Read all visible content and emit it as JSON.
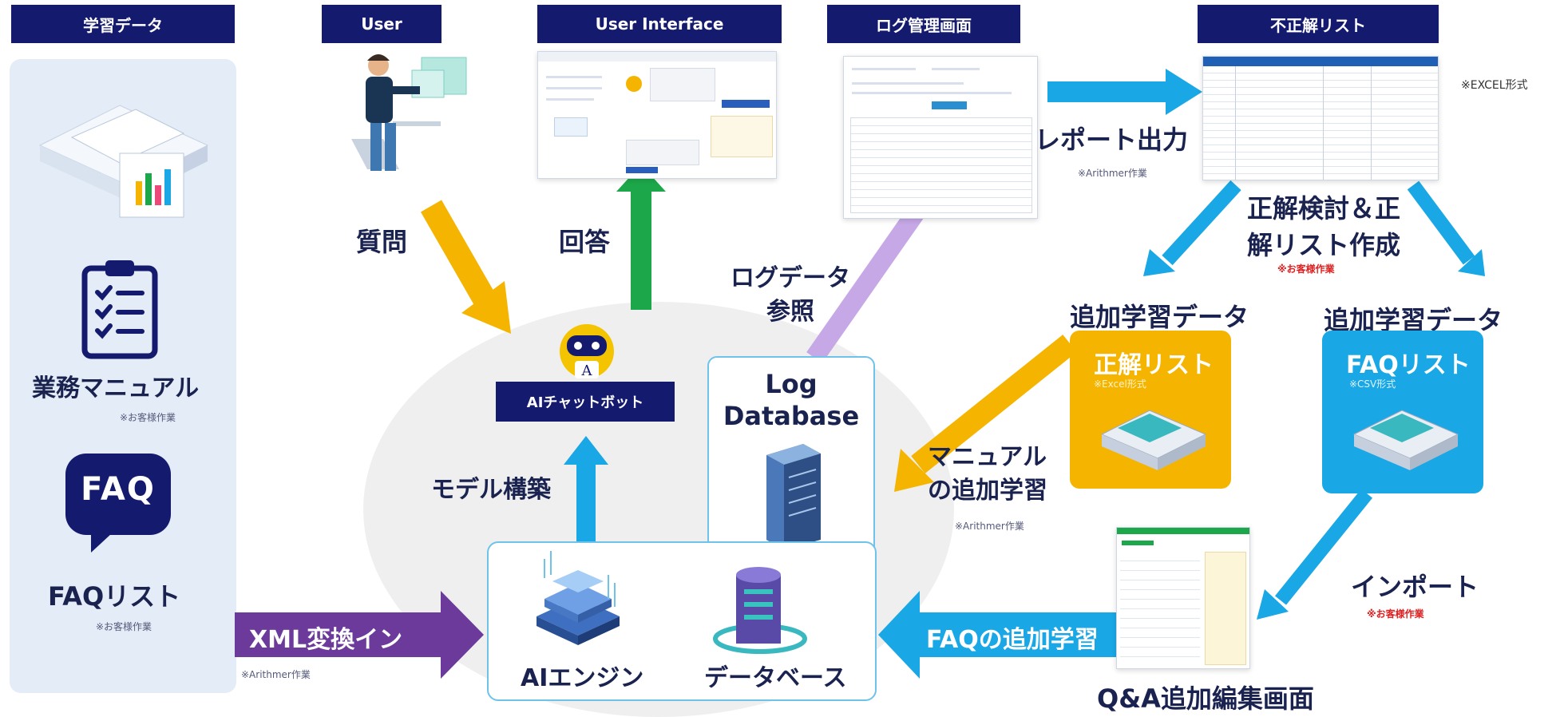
{
  "headers": {
    "learning_data": "学習データ",
    "user": "User",
    "user_interface": "User Interface",
    "log_screen": "ログ管理画面",
    "wrong_list": "不正解リスト"
  },
  "left_panel": {
    "manual_label": "業務マニュアル",
    "manual_note": "※お客様作業",
    "faq_icon_text": "FAQ",
    "faq_label": "FAQリスト",
    "faq_note": "※お客様作業"
  },
  "flow": {
    "question": "質問",
    "answer": "回答",
    "log_ref": "ログデータ\n参照",
    "report_out": "レポート出力",
    "report_note": "※Arithmer作業",
    "excel_note": "※EXCEL形式",
    "review_create": "正解検討＆正\n解リスト作成",
    "review_note": "※お客様作業",
    "model_build": "モデル構築",
    "xml_convert": "XML変換イン",
    "xml_note": "※Arithmer作業",
    "manual_learn": "マニュアル\nの追加学習",
    "manual_learn_note": "※Arithmer作業",
    "import": "インポート",
    "import_note": "※お客様作業",
    "faq_learn": "FAQの追加学習",
    "qa_screen": "Q&A追加編集画面"
  },
  "nodes": {
    "chatbot_label": "AIチャットボット",
    "log_db_line1": "Log",
    "log_db_line2": "Database",
    "ai_engine": "AIエンジン",
    "database": "データベース",
    "add_data_1": "追加学習データ",
    "add_data_2": "追加学習データ",
    "correct_list": "正解リスト",
    "correct_list_note": "※Excel形式",
    "faq_list": "FAQリスト",
    "faq_list_note": "※CSV形式"
  },
  "colors": {
    "navy": "#141a6e",
    "yellow": "#f5b400",
    "blue": "#19a7e6",
    "green": "#1ca84a",
    "purple": "#6b3a9a",
    "lavender": "#c6a8e6"
  }
}
